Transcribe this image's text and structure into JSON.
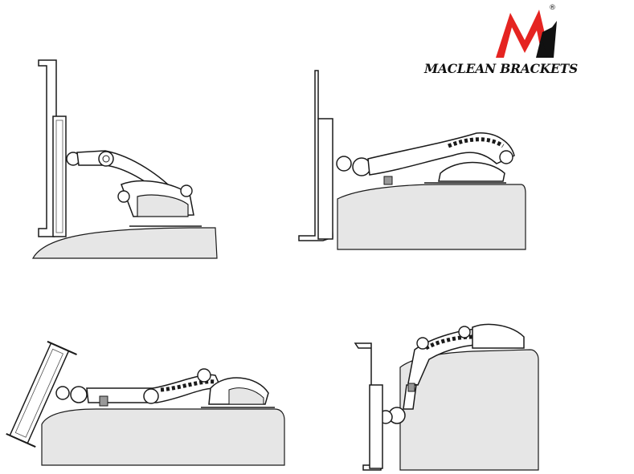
{
  "brand": {
    "name": "MACLEAN BRACKETS",
    "registered_mark": "®",
    "logo_icon": "maclean-m-logo-icon",
    "colors": {
      "logo_red": "#e52421",
      "logo_black": "#111111",
      "surface_fill": "#e6e6e6",
      "line": "#1a1a1a"
    }
  },
  "illustrations": [
    {
      "id": "mount-tablet-upright-low",
      "icon": "tablet-holder-mount-icon"
    },
    {
      "id": "mount-tablet-upright-box",
      "icon": "tablet-holder-mount-icon"
    },
    {
      "id": "mount-tablet-tilted-desk",
      "icon": "tablet-holder-mount-icon"
    },
    {
      "id": "mount-tablet-hanging-side",
      "icon": "tablet-holder-mount-icon"
    }
  ]
}
